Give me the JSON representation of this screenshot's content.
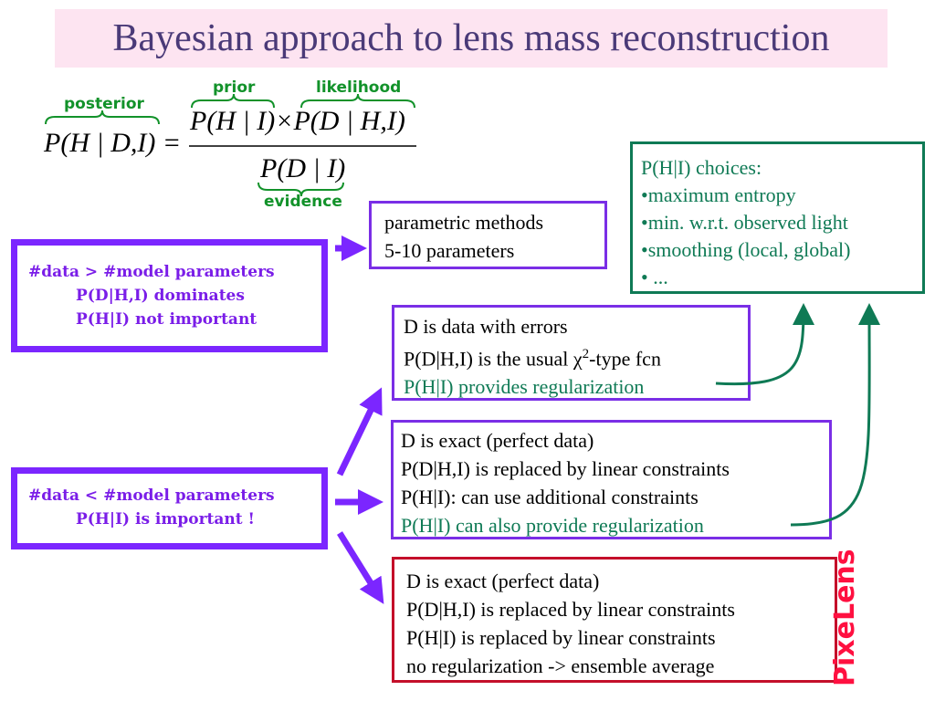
{
  "title": "Bayesian approach to lens mass reconstruction",
  "equation": {
    "lhs": "P(H | D,I) =",
    "numerator": "P(H | I)×P(D | H,I)",
    "denominator": "P(D | I)",
    "labels": {
      "posterior": "posterior",
      "prior": "prior",
      "likelihood": "likelihood",
      "evidence": "evidence"
    }
  },
  "parametric_box": {
    "lines": [
      "parametric methods",
      "5-10 parameters"
    ]
  },
  "choices_box": {
    "lines": [
      "P(H|I) choices:",
      "•maximum entropy",
      "•min. w.r.t.  observed light",
      "•smoothing (local, global)",
      "• ..."
    ]
  },
  "data_gt_box": {
    "lines": [
      "#data > #model parameters",
      "P(D|H,I) dominates",
      "P(H|I) not important"
    ]
  },
  "data_lt_box": {
    "lines": [
      "#data < #model parameters",
      "P(H|I) is important !"
    ]
  },
  "errors_box": {
    "line1": "D is data with errors",
    "line2_pre": "P(D|H,I) is the usual ",
    "chi": "χ",
    "sup": "2",
    "line2_post": "-type fcn",
    "line3": "P(H|I) provides regularization"
  },
  "exact_box_1": {
    "lines": [
      "D is exact (perfect data)",
      "P(D|H,I) is replaced by linear constraints",
      "P(H|I): can use additional constraints"
    ],
    "green_line": "P(H|I) can also provide regularization"
  },
  "exact_box_2": {
    "lines": [
      "D is exact (perfect data)",
      "P(D|H,I) is replaced by linear constraints",
      "P(H|I) is replaced by linear constraints",
      "no regularization -> ensemble average"
    ]
  },
  "side_label": "PixeLens",
  "colors": {
    "purple": "#7b26ff",
    "green": "#0f7a55",
    "red": "#c40f2a",
    "title_bg": "#fde4f1"
  }
}
